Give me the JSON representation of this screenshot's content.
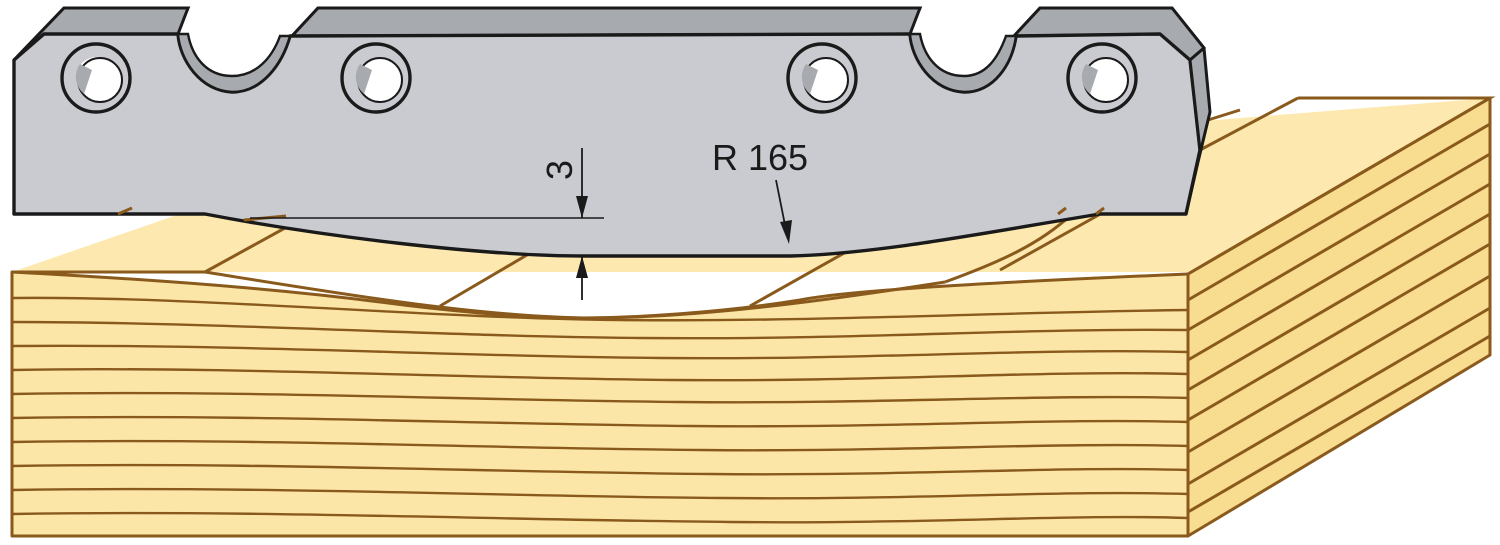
{
  "dimensions": {
    "depth_label": "3",
    "radius_label": "R 165"
  },
  "colors": {
    "wood_face": "#fbe6a8",
    "wood_top": "#fde9b0",
    "wood_side": "#f8dc90",
    "wood_grain": "#8a5a1c",
    "knife_face": "#c9cbd0",
    "knife_bevel": "#a7aaaf",
    "knife_outline": "#1a1a1a",
    "background": "#ffffff"
  },
  "parts": {
    "knife": "cutter-knife",
    "workpiece": "wood-block"
  }
}
